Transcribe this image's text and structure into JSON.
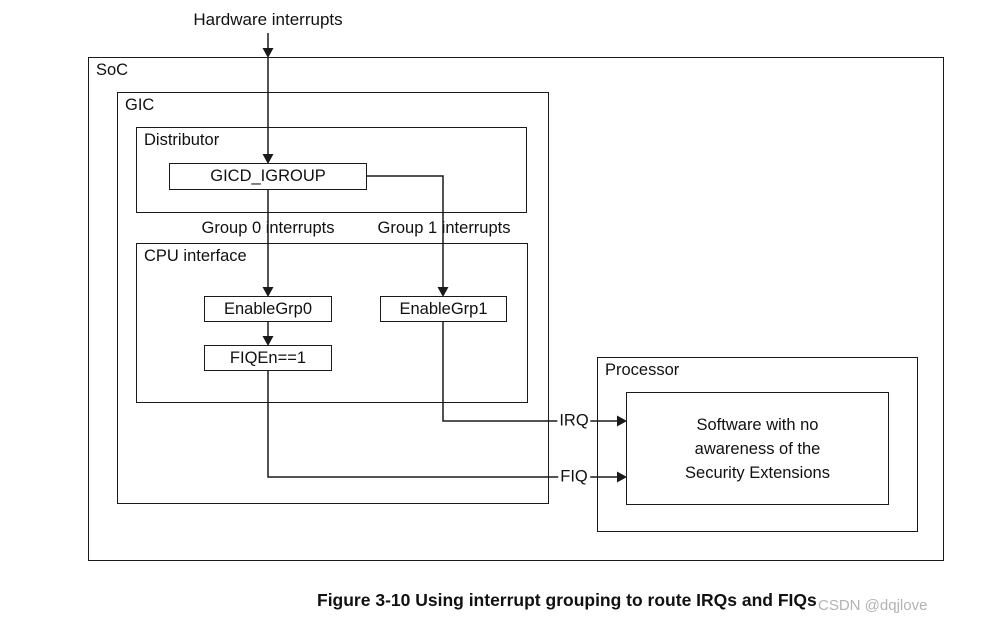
{
  "colors": {
    "line": "#1a1a1a",
    "background": "#ffffff",
    "watermark": "#b3b3b3"
  },
  "labels": {
    "hardware_interrupts": "Hardware interrupts",
    "soc": "SoC",
    "gic": "GIC",
    "distributor": "Distributor",
    "gicd_igroup": "GICD_IGROUP",
    "group0": "Group 0 interrupts",
    "group1": "Group 1 interrupts",
    "cpu_interface": "CPU interface",
    "enable_grp0": "EnableGrp0",
    "enable_grp1": "EnableGrp1",
    "fiqen": "FIQEn==1",
    "processor": "Processor",
    "software": "Software with no awareness of the Security Extensions",
    "irq": "IRQ",
    "fiq": "FIQ"
  },
  "caption": "Figure 3-10 Using interrupt grouping to route IRQs and FIQs",
  "watermark": "CSDN @dqjlove"
}
